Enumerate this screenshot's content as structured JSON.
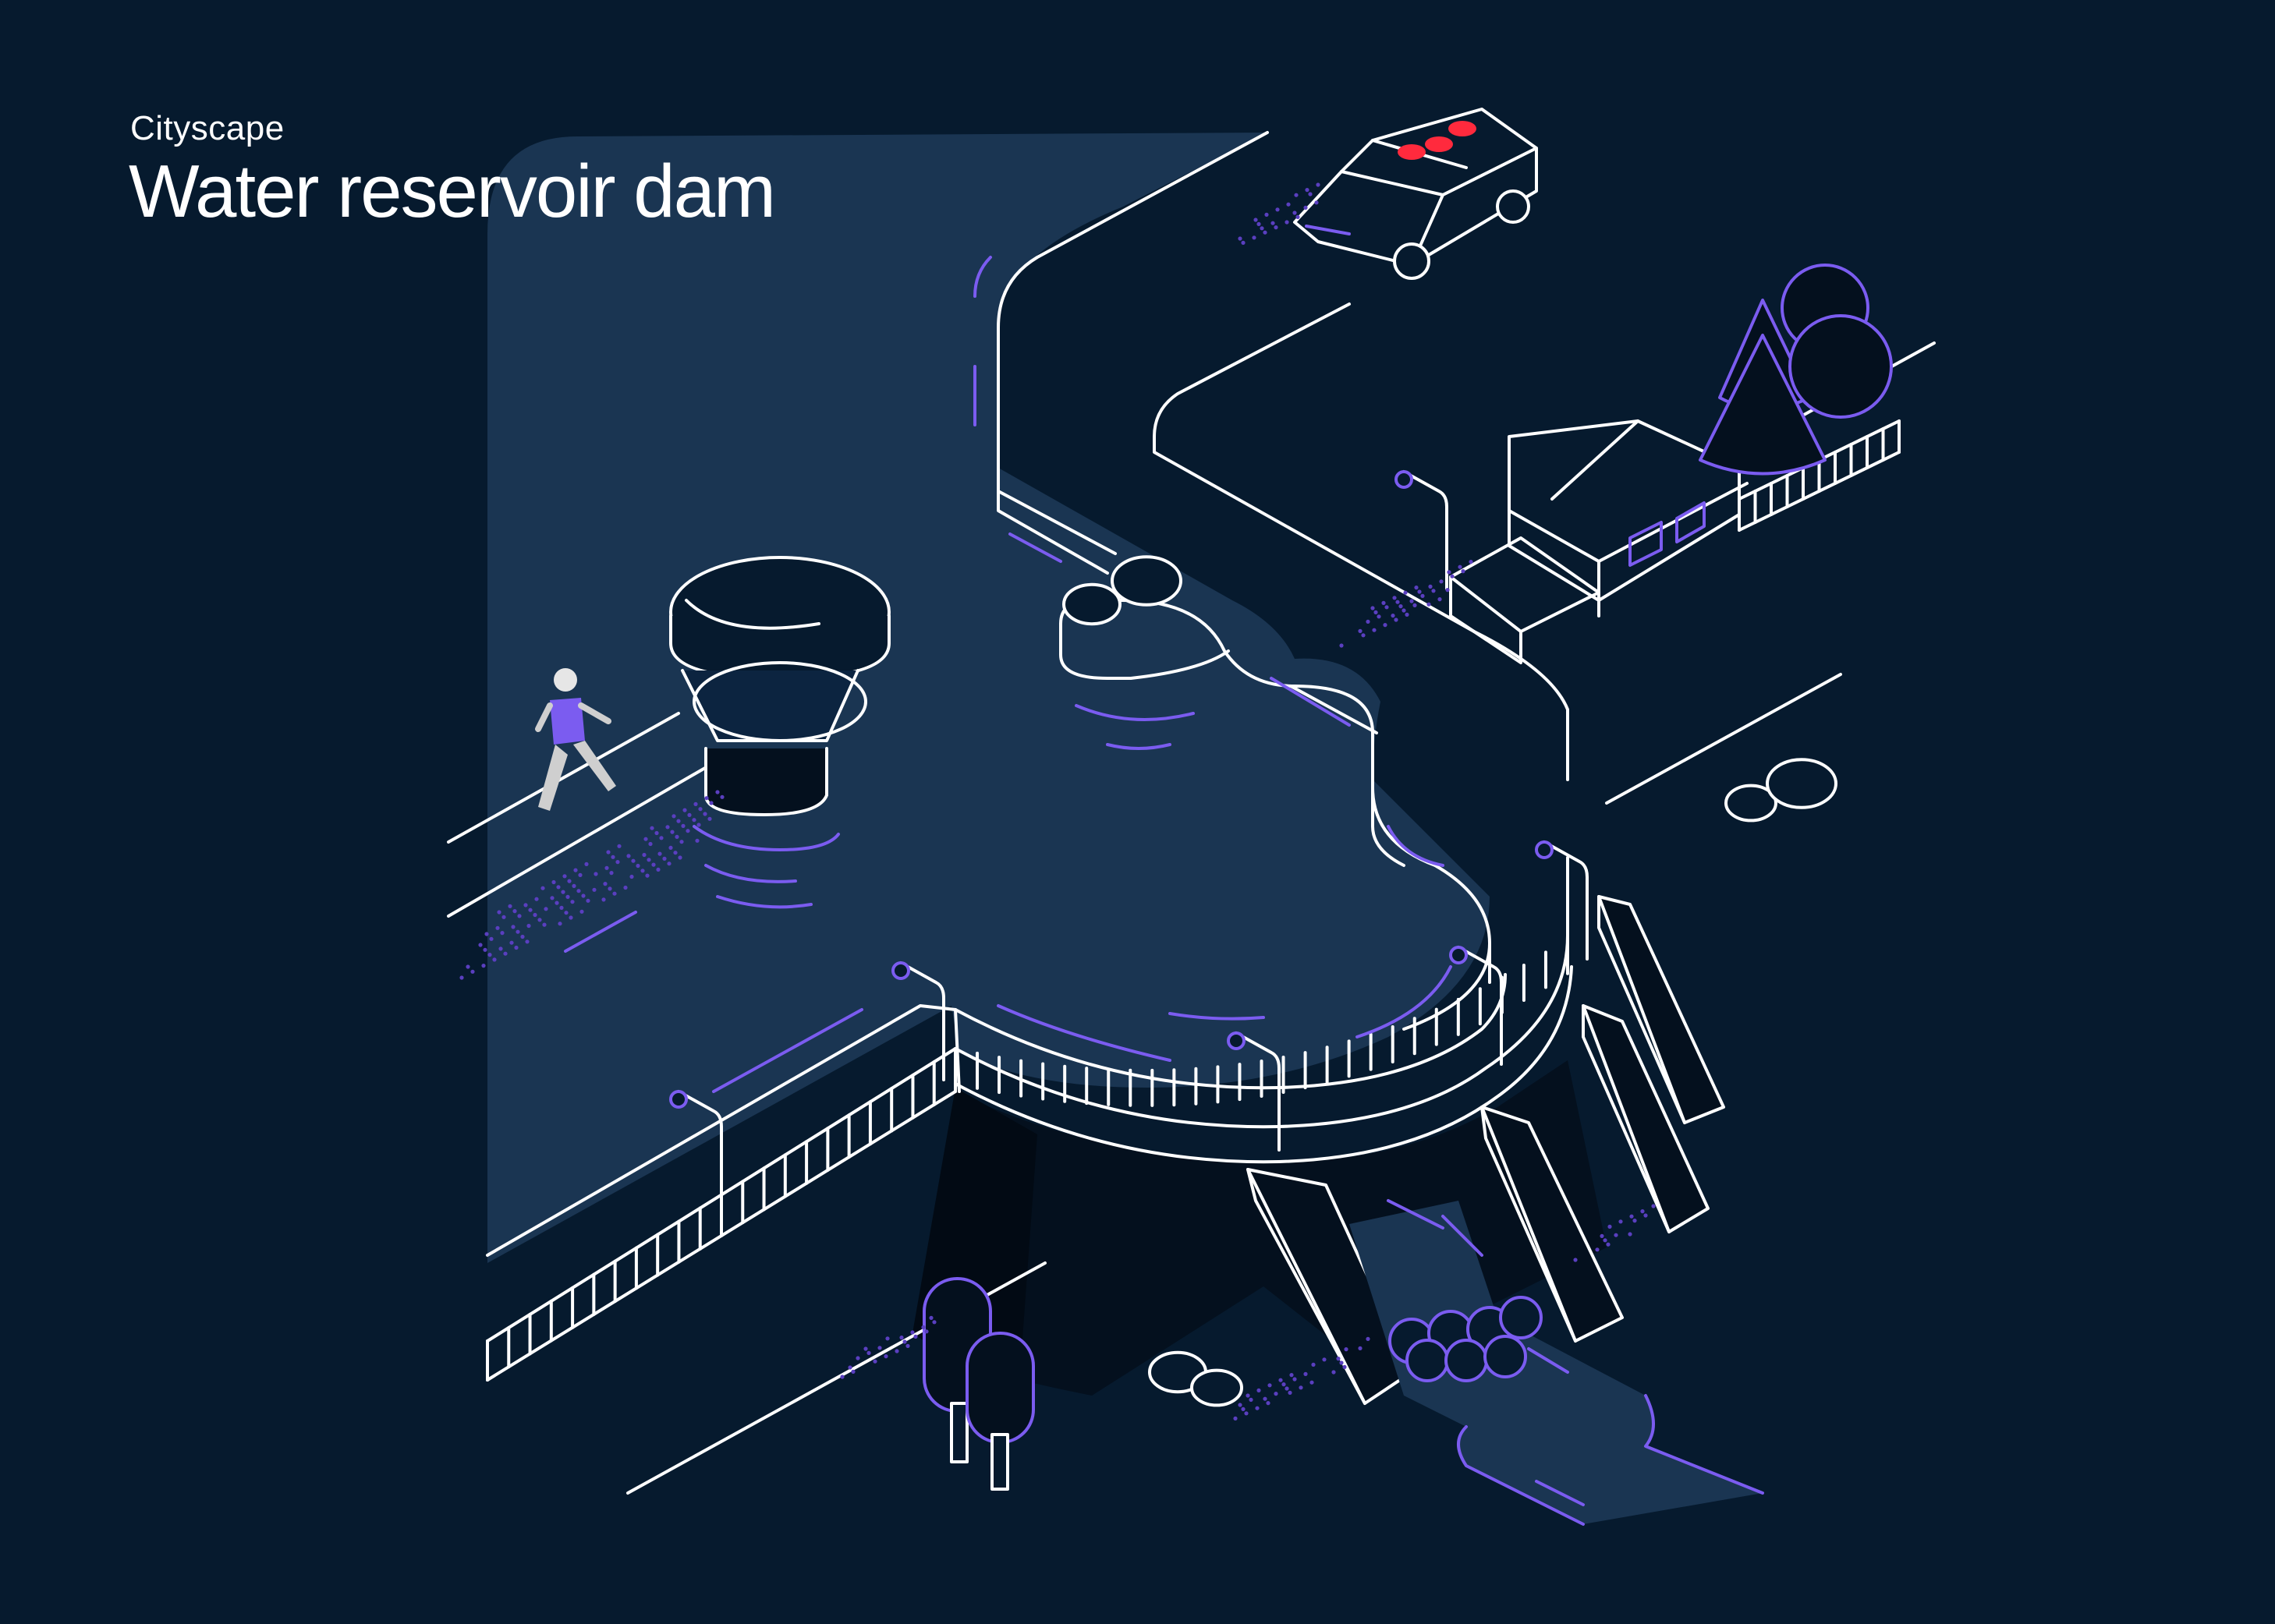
{
  "header": {
    "category": "Cityscape",
    "title": "Water reservoir dam"
  },
  "colors": {
    "background": "#061a2e",
    "water": "#1a3552",
    "structure_dark": "#04101e",
    "outline": "#ffffff",
    "accent_purple": "#7b5cf0",
    "car_lights_red": "#ff2a3d"
  },
  "scene": {
    "elements": [
      "reservoir",
      "curved-dam-wall",
      "road",
      "intake-tower",
      "walking-person",
      "car",
      "house",
      "pine-tree",
      "round-tree",
      "street-lamp",
      "bush",
      "spillway-river",
      "buttress"
    ]
  }
}
